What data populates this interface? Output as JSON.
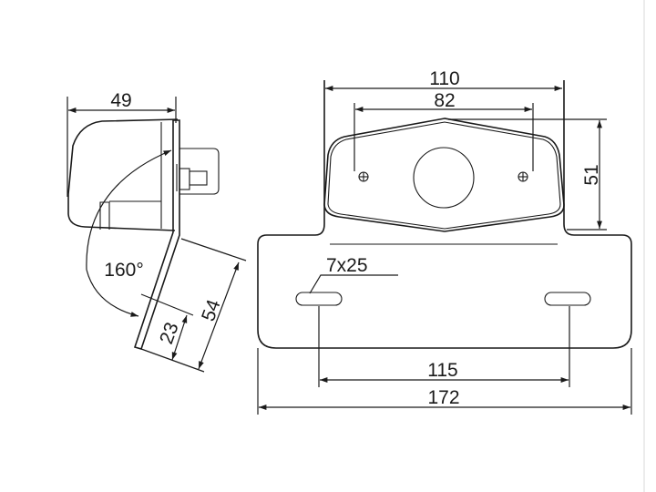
{
  "drawing": {
    "side_view": {
      "width_label": "49",
      "angle_label": "160°",
      "bracket_length_label": "54",
      "slot_offset_label": "23"
    },
    "front_view": {
      "housing_width_label": "110",
      "screw_spacing_label": "82",
      "housing_height_label": "51",
      "slot_size_label": "7x25",
      "slot_spacing_label": "115",
      "plate_width_label": "172"
    }
  }
}
